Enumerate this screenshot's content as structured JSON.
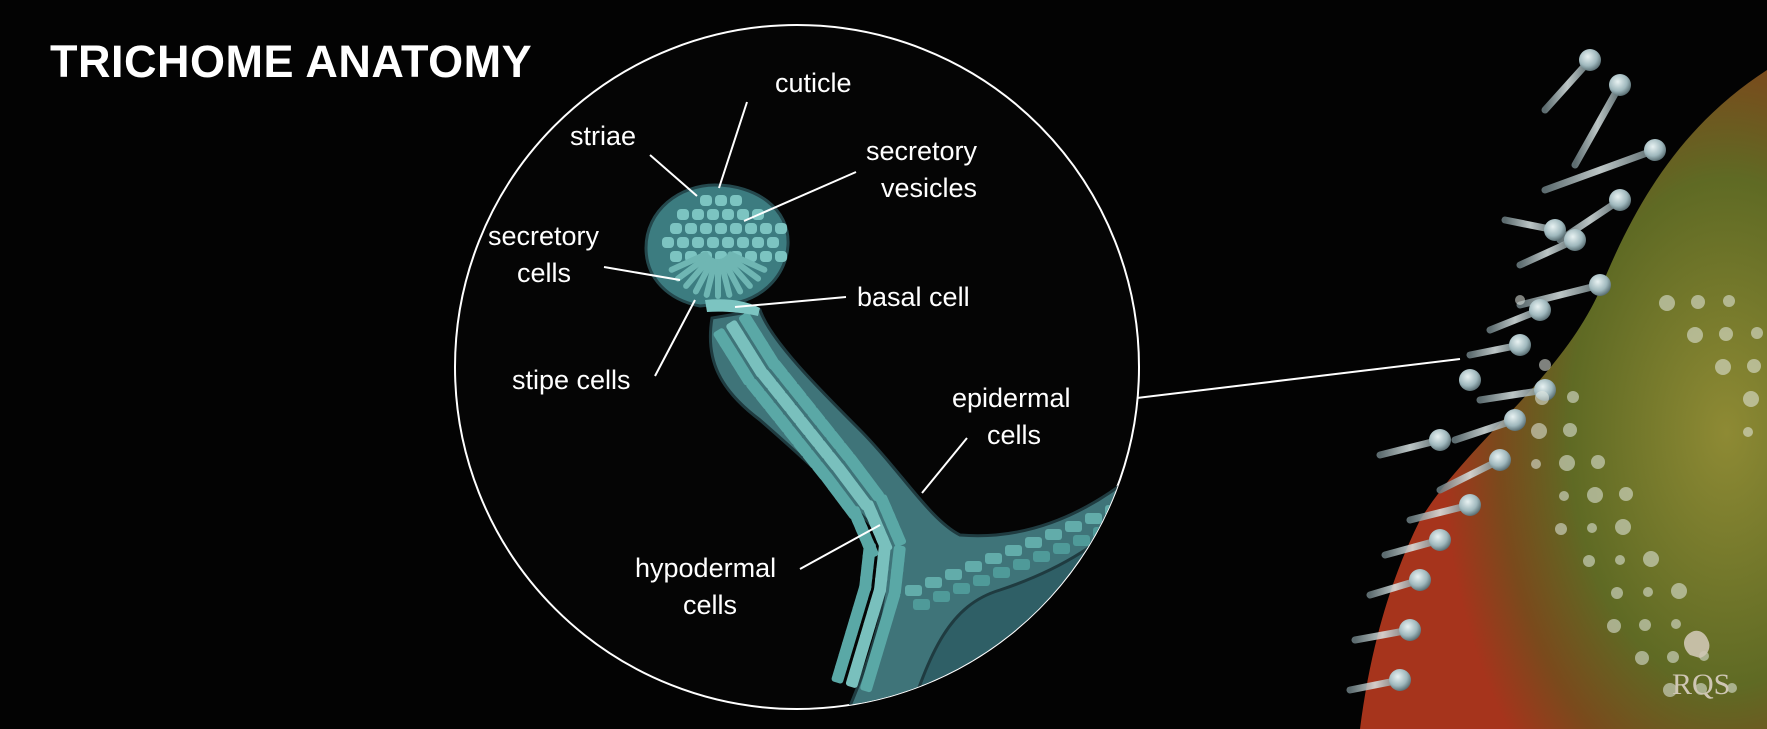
{
  "diagram": {
    "title": "TRICHOME ANATOMY",
    "labels": {
      "cuticle": "cuticle",
      "striae": "striae",
      "secretory_vesicles_1": "secretory",
      "secretory_vesicles_2": "vesicles",
      "secretory_cells_1": "secretory",
      "secretory_cells_2": "cells",
      "basal_cell": "basal cell",
      "stipe_cells": "stipe cells",
      "epidermal_cells_1": "epidermal",
      "epidermal_cells_2": "cells",
      "hypodermal_cells_1": "hypodermal",
      "hypodermal_cells_2": "cells"
    }
  },
  "logo": {
    "text": "RQS"
  },
  "colors": {
    "background": "#030303",
    "cell_fill": "#5fb3b0",
    "tissue": "#2f5f66",
    "plant_green": "#7c7a2a",
    "plant_red": "#a6341c"
  }
}
